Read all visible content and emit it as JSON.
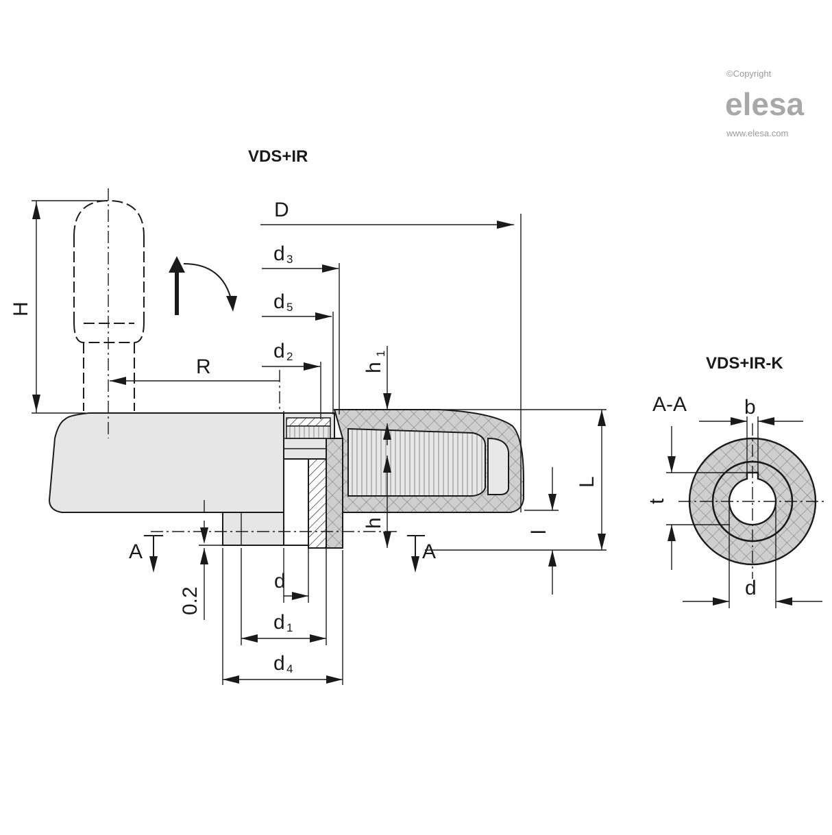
{
  "copyright": {
    "label": "©Copyright",
    "brand": "elesa",
    "website": "www.elesa.com"
  },
  "views": {
    "main_title": "VDS+IR",
    "section_title": "VDS+IR-K",
    "section_label": "A-A"
  },
  "dimensions": {
    "H": "H",
    "D": "D",
    "d3": "d",
    "d3_sub": "3",
    "d5": "d",
    "d5_sub": "5",
    "d2": "d",
    "d2_sub": "2",
    "R": "R",
    "h1": "h",
    "h1_sub": "1",
    "L": "L",
    "l": "l",
    "h": "h",
    "A_left": "A",
    "A_right": "A",
    "gap": "0.2",
    "d": "d",
    "d1": "d",
    "d1_sub": "1",
    "d4": "d",
    "d4_sub": "4",
    "b": "b",
    "t": "t",
    "d_section": "d"
  },
  "colors": {
    "line": "#1a1a1a",
    "body_fill": "#e6e6e6",
    "section_fill": "#d4d4d4",
    "logo": "#a8a8a8"
  }
}
